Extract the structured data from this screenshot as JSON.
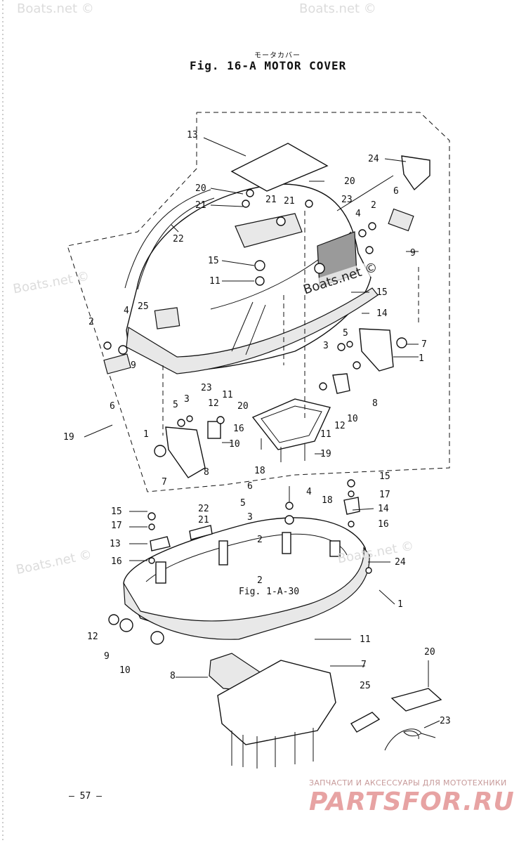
{
  "header": {
    "subtitle_jp": "モータカバー",
    "title": "Fig. 16-A   MOTOR COVER"
  },
  "page_number": "— 57 —",
  "watermarks": [
    "Boats.net ©",
    "Boats.net ©",
    "Boats.net ©",
    "Boats.net ©",
    "Boats.net ©",
    "Boats.net ©"
  ],
  "brand": {
    "tagline": "ЗАПЧАСТИ И АКСЕССУАРЫ ДЛЯ МОТОТЕХНИКИ",
    "logo_text": "PARTSFOR.RU"
  },
  "diagram": {
    "cross_reference": "Fig. 1-A-30",
    "callouts": [
      "13",
      "24",
      "20",
      "20",
      "21",
      "21",
      "23",
      "6",
      "22",
      "21",
      "4",
      "2",
      "9",
      "15",
      "11",
      "15",
      "14",
      "4",
      "25",
      "2",
      "9",
      "6",
      "5",
      "3",
      "7",
      "1",
      "23",
      "8",
      "11",
      "12",
      "5",
      "3",
      "20",
      "16",
      "10",
      "11",
      "12",
      "10",
      "19",
      "1",
      "7",
      "8",
      "18",
      "19",
      "15",
      "6",
      "4",
      "17",
      "5",
      "22",
      "14",
      "15",
      "21",
      "18",
      "3",
      "17",
      "16",
      "13",
      "2",
      "16",
      "24",
      "2",
      "1",
      "12",
      "9",
      "10",
      "11",
      "7",
      "8",
      "20",
      "25",
      "23"
    ]
  }
}
